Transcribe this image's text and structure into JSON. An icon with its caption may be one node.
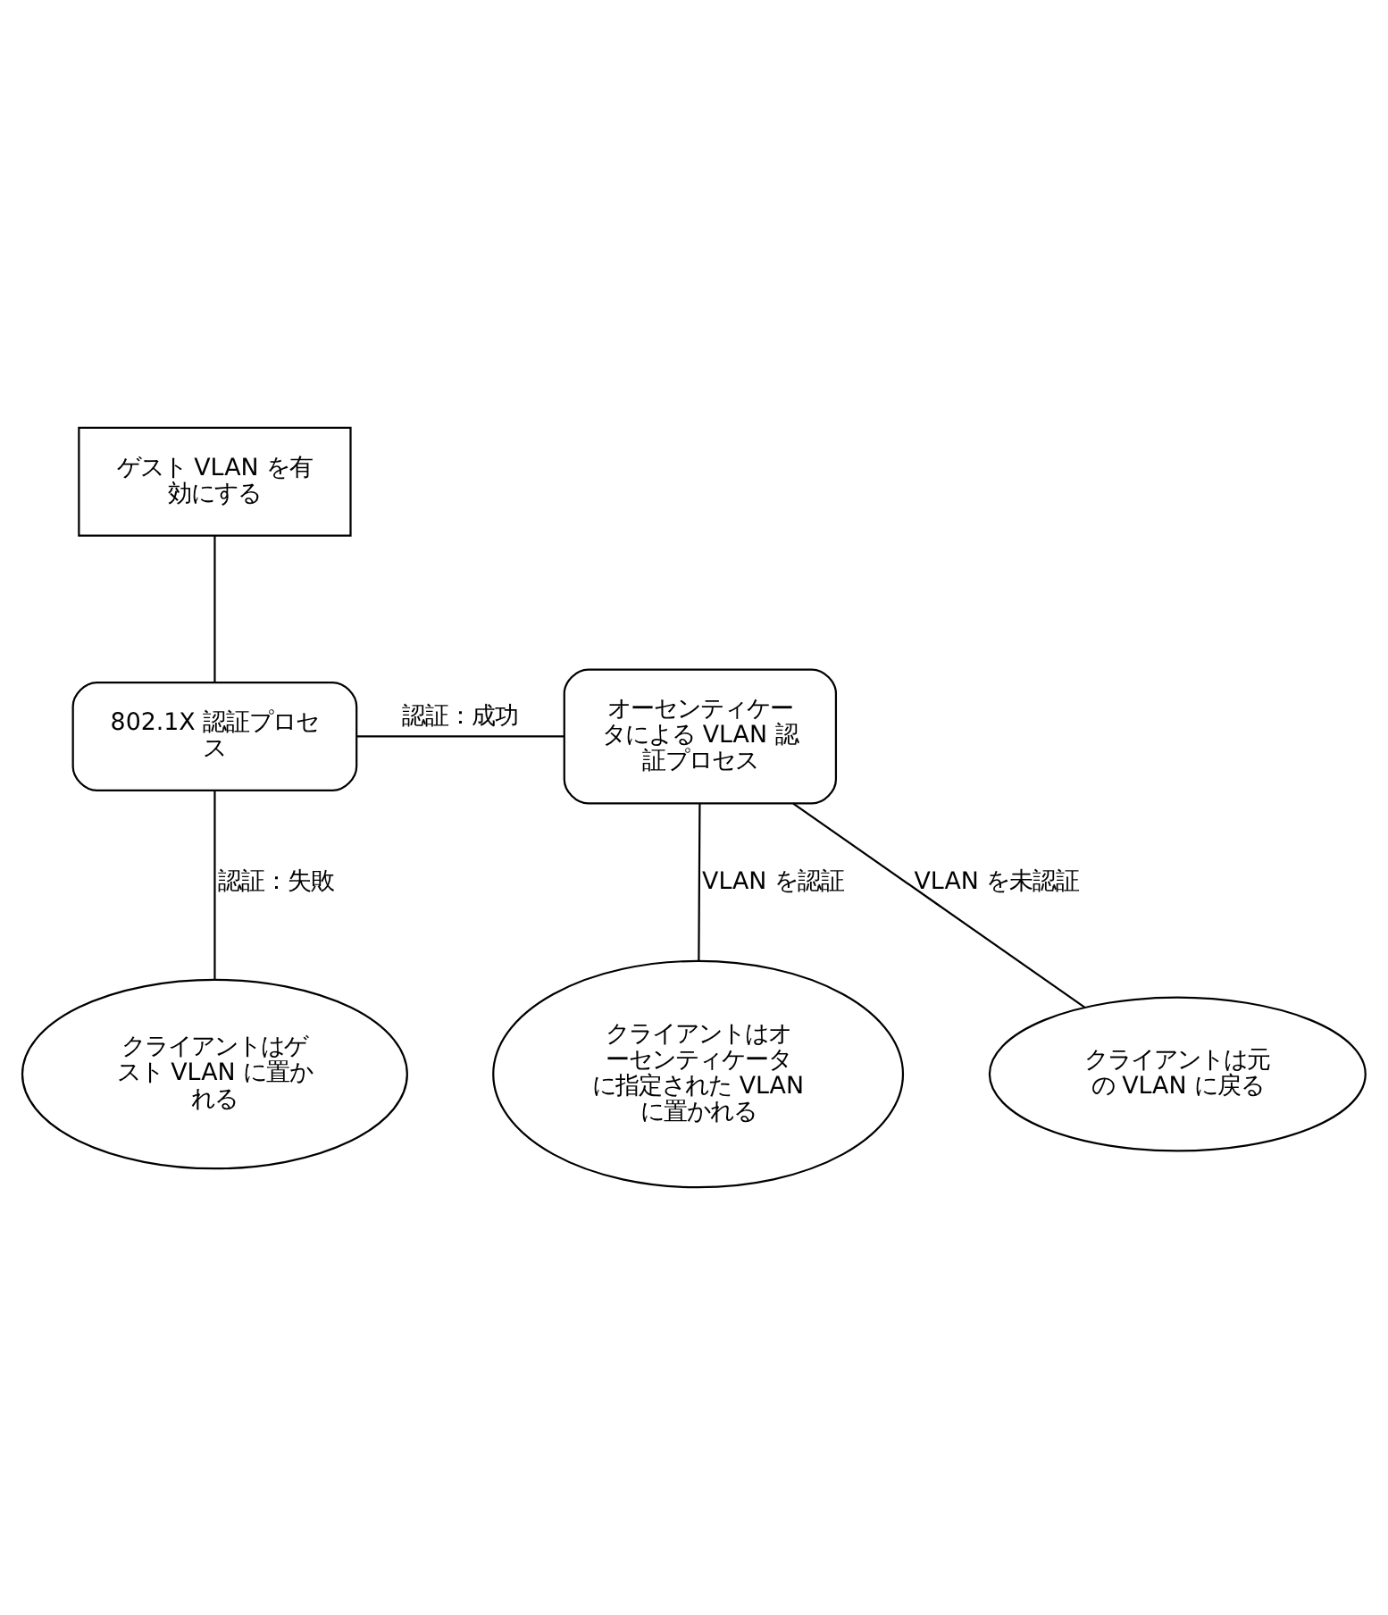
{
  "diagram": {
    "nodes": [
      {
        "text": [
          "ゲスト VLAN を有効にする"
        ]
      },
      {
        "text": [
          "802.1X 認証プロセス"
        ]
      },
      {
        "text": [
          "オーセンティケータによる VLAN 認証プロセス"
        ]
      },
      {
        "text": [
          "クライアントはゲスト VLAN に置かれる"
        ]
      },
      {
        "text": [
          "クライアントはオーセンティケータに指定された VLAN に置かれる"
        ]
      },
      {
        "text": [
          "クライアントは元の VLAN に戻る"
        ]
      }
    ],
    "edges": [
      {
        "from": 0,
        "to": 1,
        "arrow": "none"
      },
      {
        "from": 1,
        "to": 2,
        "arrow": "none",
        "label": "認証：成功"
      },
      {
        "from": 1,
        "to": 3,
        "arrow": "none",
        "label": "認証：失敗"
      },
      {
        "from": 2,
        "to": 4,
        "arrow": "none",
        "label": "VLAN を認証"
      },
      {
        "from": 2,
        "to": 5,
        "arrow": "none",
        "label": "VLAN を未認証"
      }
    ]
  }
}
